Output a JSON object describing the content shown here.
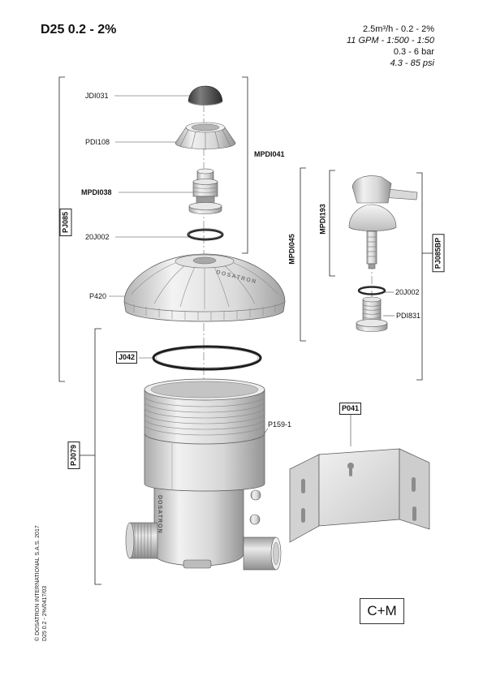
{
  "title": "D25 0.2 - 2%",
  "specs": {
    "flow_ratio": "2.5m³/h - 0.2 - 2%",
    "flow_ratio_imperial": "11 GPM - 1:500 - 1:50",
    "pressure_bar": "0.3 - 6 bar",
    "pressure_psi": "4.3 - 85 psi"
  },
  "parts": {
    "cap": "JDI031",
    "crown": "PDI108",
    "valve": "MPDI038",
    "oring_top": "20J002",
    "cover": "P420",
    "oring_body": "J042",
    "body": "P159-1",
    "bracket": "P041",
    "oring_injector": "20J002",
    "injector_seat": "PDI831"
  },
  "assemblies": {
    "upper_kit": "PJ085",
    "valve_kit": "MPDI041",
    "body_kit": "PJ079",
    "injector_kit": "MPDI045",
    "injector_valve": "MPDI193",
    "bypass_kit": "PJ085BP"
  },
  "product_marking": "DOSATRON",
  "badge": "C+M",
  "footer": {
    "copyright": "© DOSATRON INTERNATIONAL S.A.S. 2017",
    "reference": "D25 0.2 - 2%/0417/03"
  }
}
